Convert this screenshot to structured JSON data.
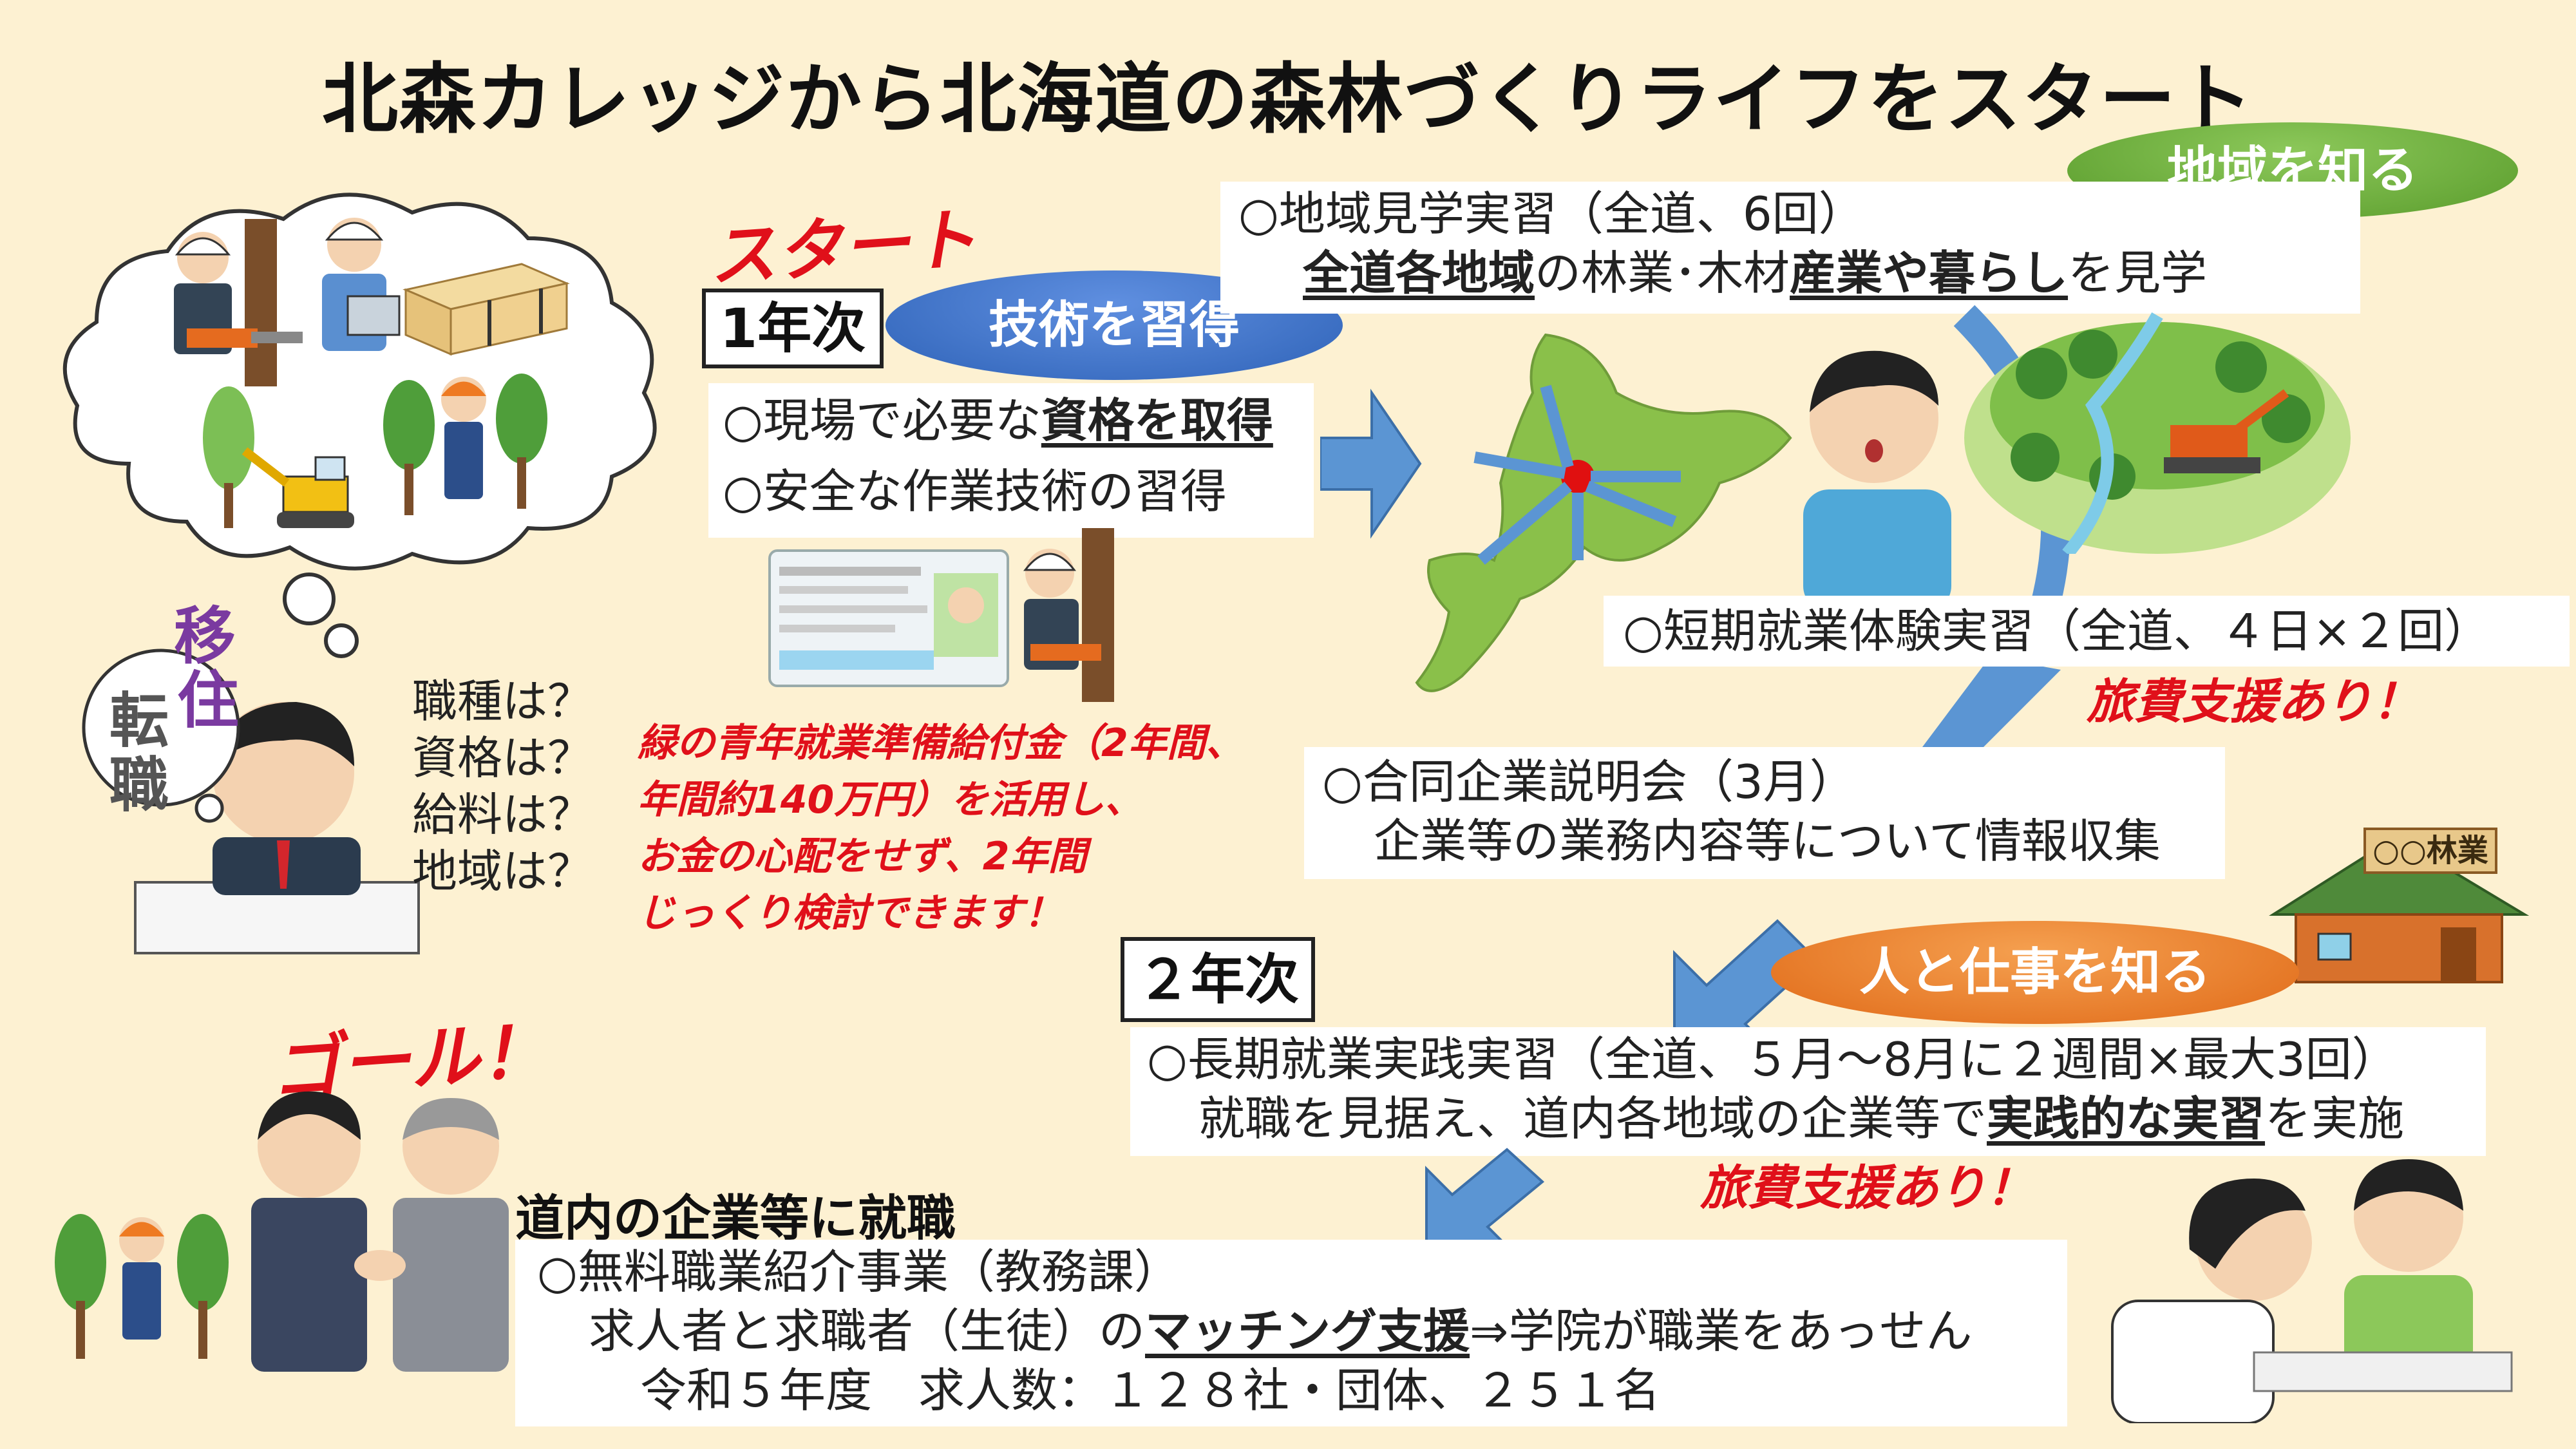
{
  "title": "北森カレッジから北海道の森林づくりライフをスタート",
  "start_label": "スタート",
  "goal_label": "ゴール！",
  "thought": {
    "char1": "移",
    "char2": "転",
    "char3": "職",
    "char4": "住"
  },
  "questions": [
    "職種は？",
    "資格は？",
    "給料は？",
    "地域は？"
  ],
  "year1": {
    "label": "1年次",
    "pill": "技術を習得",
    "line1_prefix": "○現場で必要な",
    "line1_bold": "資格を取得",
    "line2": "○安全な作業技術の習得"
  },
  "subsidy": {
    "line1": "緑の青年就業準備給付金（2年間、",
    "line2": "年間約140万円）を活用し、",
    "line3": "お金の心配をせず、2年間",
    "line4": "じっくり検討できます！"
  },
  "region": {
    "pill": "地域を知る",
    "line1": "○地域見学実習（全道、6回）",
    "line2_bold1": "全道各地域",
    "line2_mid": "の林業･木材",
    "line2_bold2": "産業や暮らし",
    "line2_end": "を見学"
  },
  "short_intern": {
    "text": "○短期就業体験実習（全道、４日×２回）",
    "support": "旅費支援あり！"
  },
  "company_fair": {
    "line1": "○合同企業説明会（3月）",
    "line2": "企業等の業務内容等について情報収集"
  },
  "house_sign": "○○林業",
  "year2": {
    "label": "２年次",
    "pill": "人と仕事を知る",
    "line1": "○長期就業実践実習（全道、５月～8月に２週間×最大3回）",
    "line2_prefix": "就職を見据え、道内各地域の企業等で",
    "line2_bold": "実践的な実習",
    "line2_end": "を実施",
    "support": "旅費支援あり！"
  },
  "employment": {
    "heading": "道内の企業等に就職",
    "line1": "○無料職業紹介事業（教務課）",
    "line2_prefix": "求人者と求職者（生徒）の",
    "line2_bold": "マッチング支援",
    "line2_end": "⇒学院が職業をあっせん",
    "line3": "令和５年度　求人数：１２８社・団体、２５１名"
  },
  "colors": {
    "background": "#fdf1d2",
    "red": "#e0101a",
    "blue_pill": "#2f63b8",
    "green_pill": "#6aac3a",
    "orange_pill": "#ee7a22",
    "arrow": "#5b95d3"
  }
}
